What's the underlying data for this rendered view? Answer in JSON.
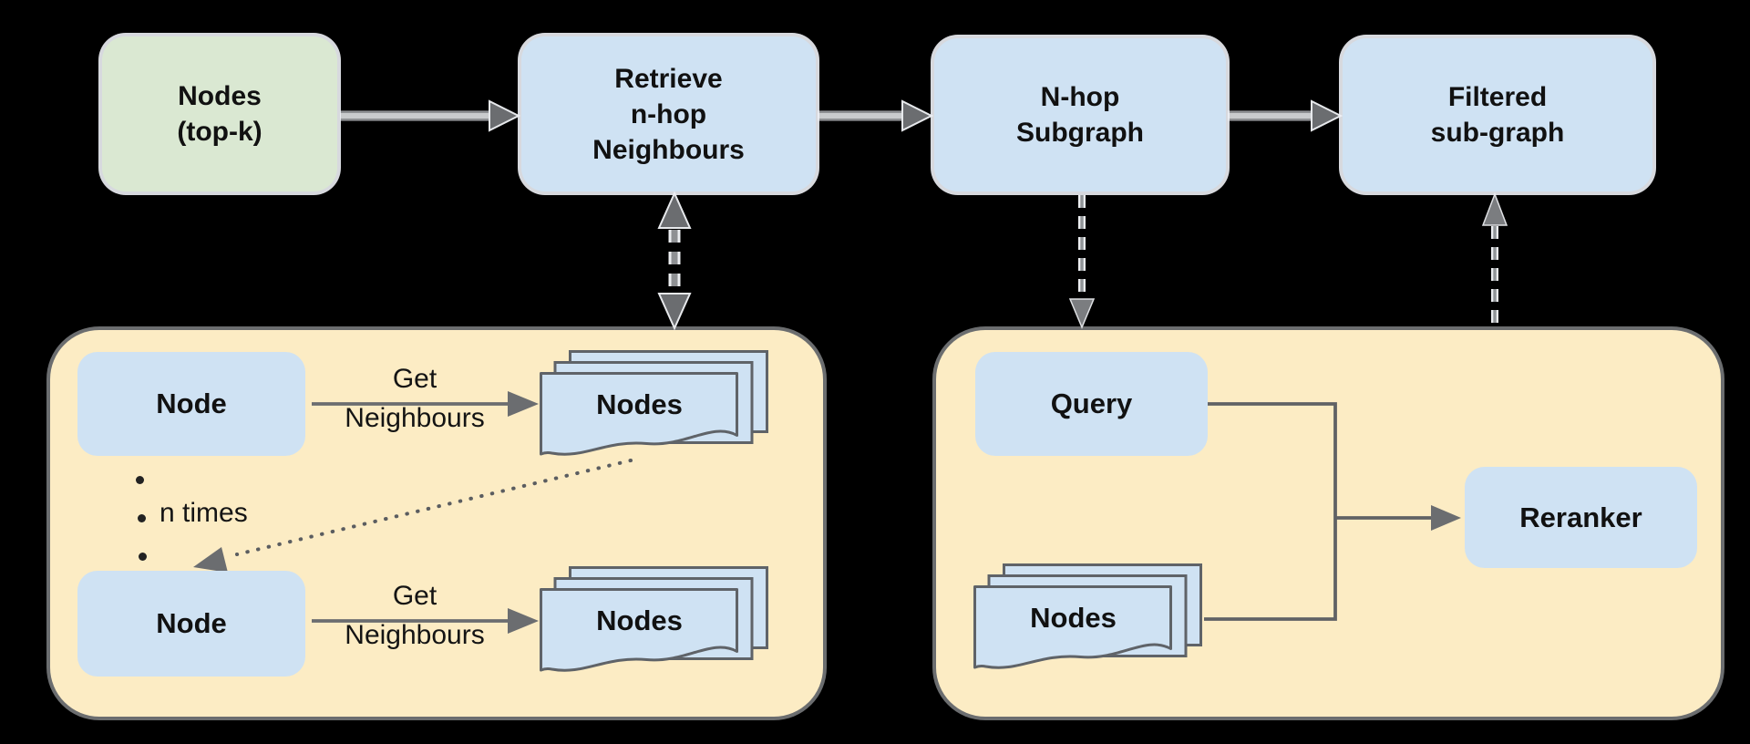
{
  "colors": {
    "background": "#000000",
    "box_green": "#dae8d2",
    "box_blue": "#cfe2f3",
    "panel_yellow": "#fcecc4",
    "connector_gray": "#6b6d70",
    "doc_border": "#5f6368",
    "text": "#111111"
  },
  "flow": {
    "boxes": [
      {
        "label": "Nodes\n(top-k)"
      },
      {
        "label": "Retrieve\nn-hop\nNeighbours"
      },
      {
        "label": "N-hop\nSubgraph"
      },
      {
        "label": "Filtered\nsub-graph"
      }
    ]
  },
  "expand_panel": {
    "node_top": "Node",
    "get_neighbours_top": "Get\nNeighbours",
    "nodes_stack_top": "Nodes",
    "loop_label": "n times",
    "node_bottom": "Node",
    "get_neighbours_bottom": "Get\nNeighbours",
    "nodes_stack_bottom": "Nodes"
  },
  "rerank_panel": {
    "query": "Query",
    "nodes_stack": "Nodes",
    "reranker": "Reranker"
  }
}
